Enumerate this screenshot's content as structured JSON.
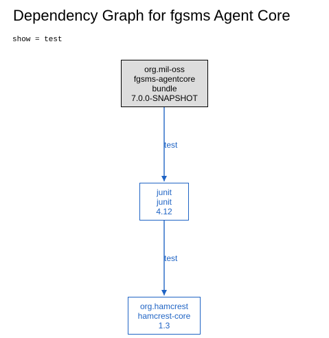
{
  "page": {
    "title": "Dependency Graph for fgsms Agent Core",
    "filter": "show = test"
  },
  "colors": {
    "root_fill": "#dddddd",
    "root_border": "#000000",
    "dependency": "#1e63c4"
  },
  "nodes": [
    {
      "id": "root",
      "lines": [
        "org.mil-oss",
        "fgsms-agentcore",
        "bundle",
        "7.0.0-SNAPSHOT"
      ]
    },
    {
      "id": "junit",
      "lines": [
        "junit",
        "junit",
        "4.12"
      ]
    },
    {
      "id": "hamcrest",
      "lines": [
        "org.hamcrest",
        "hamcrest-core",
        "1.3"
      ]
    }
  ],
  "edges": [
    {
      "from": "root",
      "to": "junit",
      "label": "test"
    },
    {
      "from": "junit",
      "to": "hamcrest",
      "label": "test"
    }
  ]
}
